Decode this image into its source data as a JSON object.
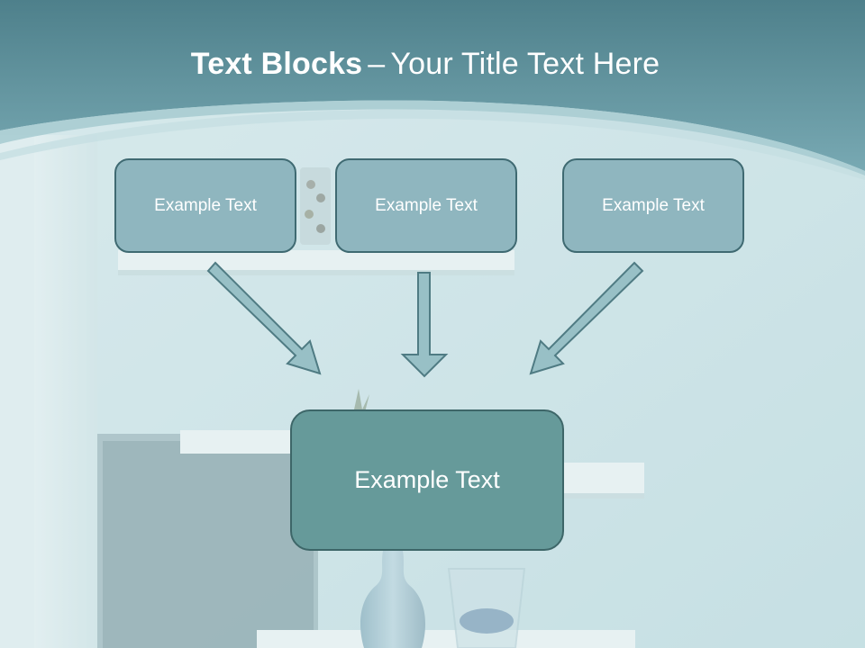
{
  "title": {
    "bold": "Text Blocks",
    "dash": "–",
    "rest": "Your Title Text Here"
  },
  "blocks": [
    {
      "text": "Example Text"
    },
    {
      "text": "Example Text"
    },
    {
      "text": "Example Text"
    }
  ],
  "main_block": {
    "text": "Example Text"
  },
  "colors": {
    "header": "#5d8f9a",
    "block_fill": "#8fb6bf",
    "block_border": "#3f6a72",
    "main_fill": "#669a9a",
    "arrow_fill": "#98c0c6",
    "arrow_stroke": "#4f7b83"
  }
}
